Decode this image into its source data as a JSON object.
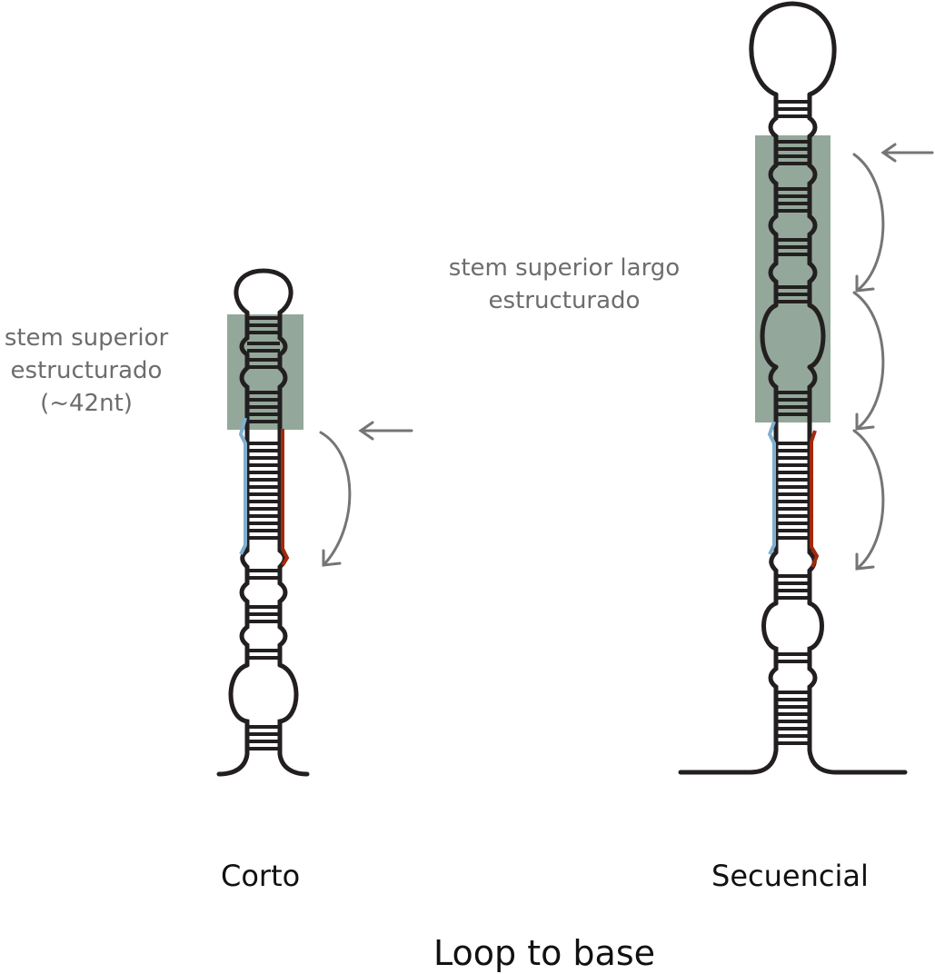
{
  "diagram": {
    "title": "Loop to base",
    "left": {
      "caption": "Corto",
      "annotation_lines": [
        "stem superior",
        "estructurado",
        "(~42nt)"
      ]
    },
    "right": {
      "caption": "Secuencial",
      "annotation_lines": [
        "stem superior largo",
        "estructurado"
      ]
    }
  },
  "colors": {
    "strand": "#231f20",
    "highlight": "#93a89a",
    "arrow": "#757575",
    "strand_5p": "#7fafd0",
    "strand_3p": "#a3290c"
  }
}
